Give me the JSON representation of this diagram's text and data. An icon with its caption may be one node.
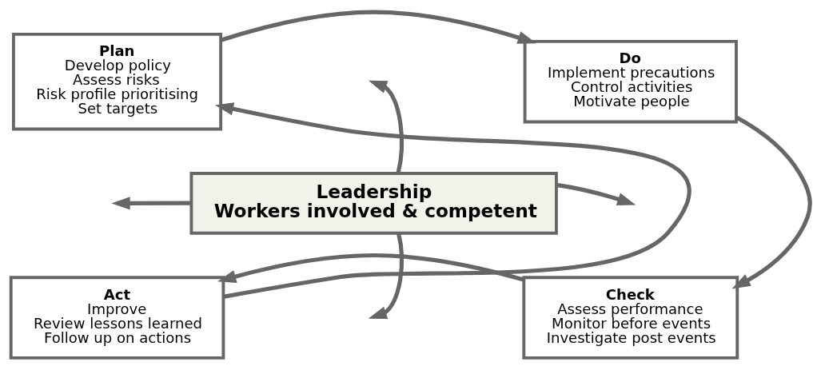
{
  "diagram": {
    "nodes": [
      {
        "text": [
          "Plan",
          "Develop policy",
          "Assess risks",
          "Risk profile prioritising",
          "Set targets"
        ]
      },
      {
        "text": [
          "Do",
          "Implement precautions",
          "Control activities",
          "Motivate people"
        ]
      },
      {
        "text": [
          "Leadership",
          "Workers involved & competent"
        ]
      },
      {
        "text": [
          "Act",
          "Improve",
          "Review lessons learned",
          "Follow up on actions"
        ]
      },
      {
        "text": [
          "Check",
          "Assess performance",
          "Monitor before events",
          "Investigate post events"
        ]
      }
    ],
    "edges": [
      {
        "from": 0,
        "to": 1,
        "arrow": "to"
      },
      {
        "from": 1,
        "to": 4,
        "arrow": "to"
      },
      {
        "from": 4,
        "to": 3,
        "arrow": "to"
      },
      {
        "from": 3,
        "to": 0,
        "arrow": "to"
      },
      {
        "from": 2,
        "to": null,
        "arrow": "to"
      },
      {
        "from": 2,
        "to": null,
        "arrow": "to"
      },
      {
        "from": 2,
        "to": null,
        "arrow": "to"
      },
      {
        "from": 2,
        "to": null,
        "arrow": "to"
      }
    ]
  }
}
